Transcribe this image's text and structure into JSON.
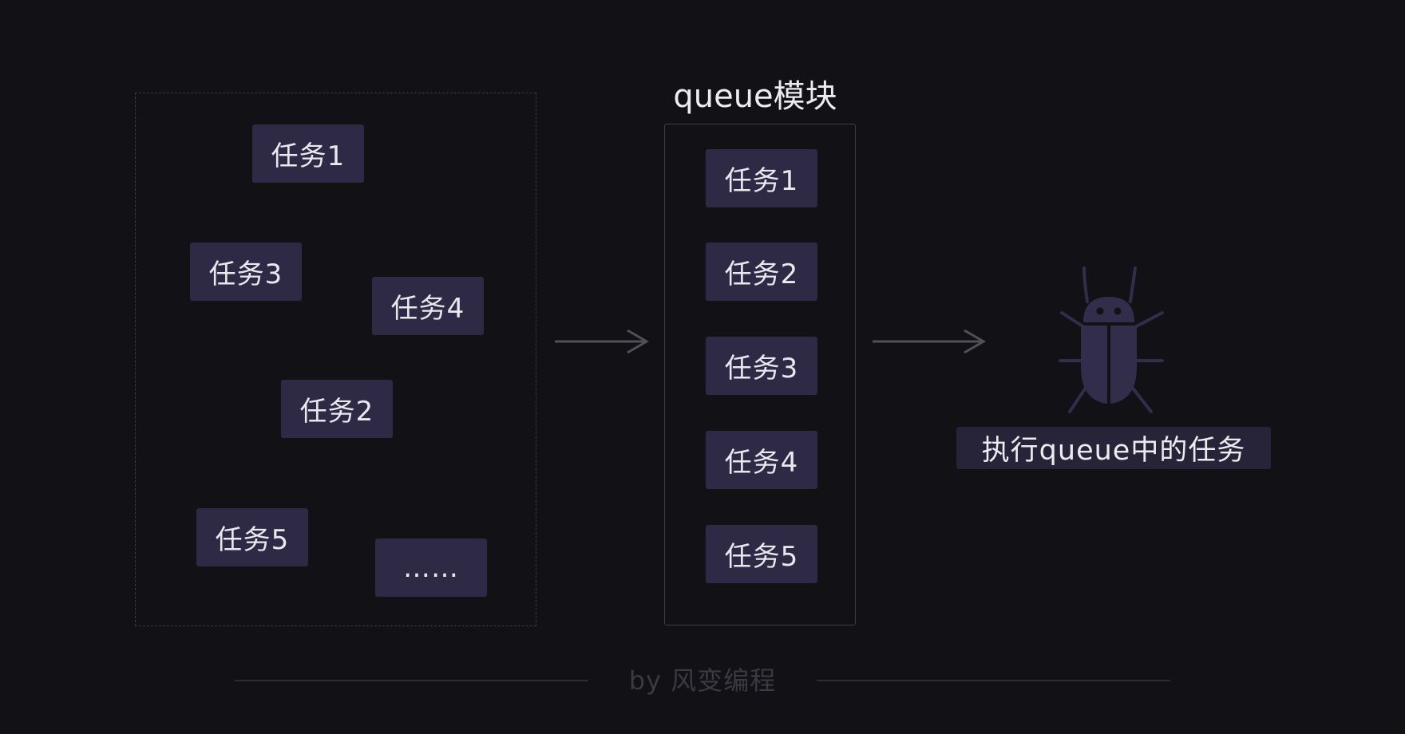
{
  "pool": {
    "tasks": [
      "任务1",
      "任务3",
      "任务4",
      "任务2",
      "任务5",
      "……"
    ]
  },
  "queue": {
    "title": "queue模块",
    "tasks": [
      "任务1",
      "任务2",
      "任务3",
      "任务4",
      "任务5"
    ]
  },
  "executor": {
    "label": "执行queue中的任务",
    "icon": "bug-icon"
  },
  "footer": {
    "text": "by 风变编程"
  },
  "colors": {
    "background": "#111116",
    "task_block": "#2e2a46",
    "bug": "#322d4a"
  }
}
